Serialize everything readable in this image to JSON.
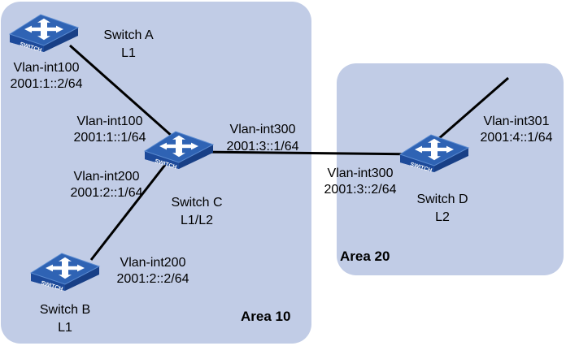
{
  "areas": [
    {
      "id": "area10",
      "name": "Area 10"
    },
    {
      "id": "area20",
      "name": "Area 20"
    }
  ],
  "switches": {
    "a": {
      "name": "Switch A",
      "level": "L1",
      "badge": "SWITCH"
    },
    "b": {
      "name": "Switch B",
      "level": "L1",
      "badge": "SWITCH"
    },
    "c": {
      "name": "Switch C",
      "level": "L1/L2",
      "badge": "SWITCH"
    },
    "d": {
      "name": "Switch D",
      "level": "L2",
      "badge": "SWITCH"
    }
  },
  "interfaces": {
    "a_vlan100": {
      "iface": "Vlan-int100",
      "ip": "2001:1::2/64"
    },
    "c_vlan100": {
      "iface": "Vlan-int100",
      "ip": "2001:1::1/64"
    },
    "c_vlan200": {
      "iface": "Vlan-int200",
      "ip": "2001:2::1/64"
    },
    "b_vlan200": {
      "iface": "Vlan-int200",
      "ip": "2001:2::2/64"
    },
    "c_vlan300": {
      "iface": "Vlan-int300",
      "ip": "2001:3::1/64"
    },
    "d_vlan300": {
      "iface": "Vlan-int300",
      "ip": "2001:3::2/64"
    },
    "d_vlan301": {
      "iface": "Vlan-int301",
      "ip": "2001:4::1/64"
    }
  },
  "colors": {
    "area_fill": "#c1cce6",
    "switch_top": "#2f63b4",
    "switch_side": "#183f86",
    "link": "#000000"
  }
}
